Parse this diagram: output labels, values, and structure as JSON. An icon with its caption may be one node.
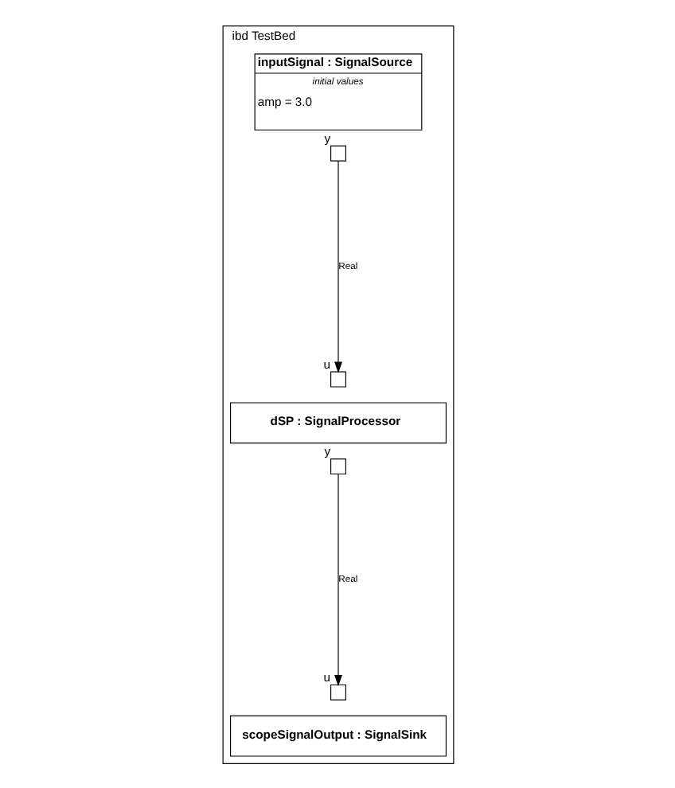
{
  "diagram": {
    "nodes": [
      {
        "text": [
          "ibd TestBed"
        ]
      },
      {
        "text": [
          "inputSignal : SignalSource",
          "initial values",
          "amp = 3.0"
        ],
        "in": 0
      },
      {
        "text": [],
        "shape": "box",
        "beside": [
          "y"
        ],
        "in": 0
      },
      {
        "text": [],
        "shape": "box",
        "beside": [
          "u"
        ],
        "in": 0
      },
      {
        "text": [
          "dSP : SignalProcessor"
        ],
        "in": 0
      },
      {
        "text": [],
        "shape": "box",
        "beside": [
          "y"
        ],
        "in": 0
      },
      {
        "text": [],
        "shape": "box",
        "beside": [
          "u"
        ],
        "in": 0
      },
      {
        "text": [
          "scopeSignalOutput : SignalSink"
        ],
        "in": 0
      }
    ],
    "edges": [
      {
        "from": 2,
        "to": 3,
        "arrow": "to",
        "label": "Real"
      },
      {
        "from": 5,
        "to": 6,
        "arrow": "to",
        "label": "Real"
      }
    ]
  }
}
